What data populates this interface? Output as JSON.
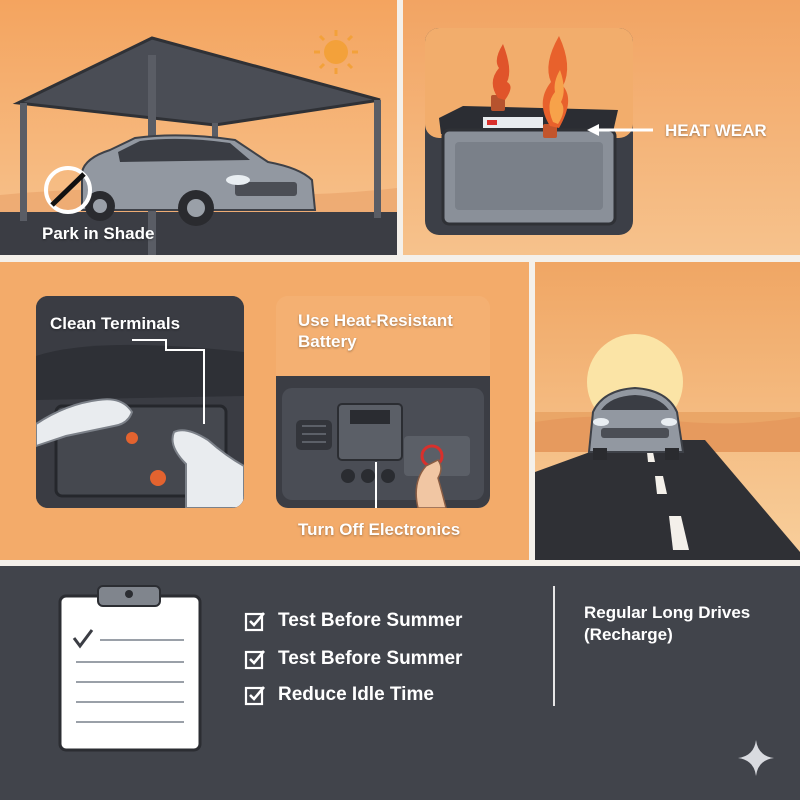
{
  "panels": {
    "shade": {
      "label": "Park in Shade"
    },
    "heat": {
      "label": "HEAT WEAR"
    },
    "terminals": {
      "label": "Clean Terminals"
    },
    "battery": {
      "label_line1": "Use Heat-Resistant",
      "label_line2": "Battery"
    },
    "electronics": {
      "label": "Turn Off Electronics"
    }
  },
  "checklist": {
    "items": [
      "Test Before Summer",
      "Test Before Summer",
      "Reduce Idle Time"
    ]
  },
  "tip": {
    "line1": "Regular Long Drives",
    "line2": "(Recharge)"
  },
  "icons": {
    "no_sign": "prohibit-icon",
    "check": "checkbox-checked-icon",
    "clipboard": "clipboard-icon",
    "sparkle": "sparkle-icon"
  },
  "colors": {
    "sky": "#f2a86a",
    "slate": "#3f4249",
    "road": "#2c2d31",
    "accent_red": "#d9302c"
  }
}
